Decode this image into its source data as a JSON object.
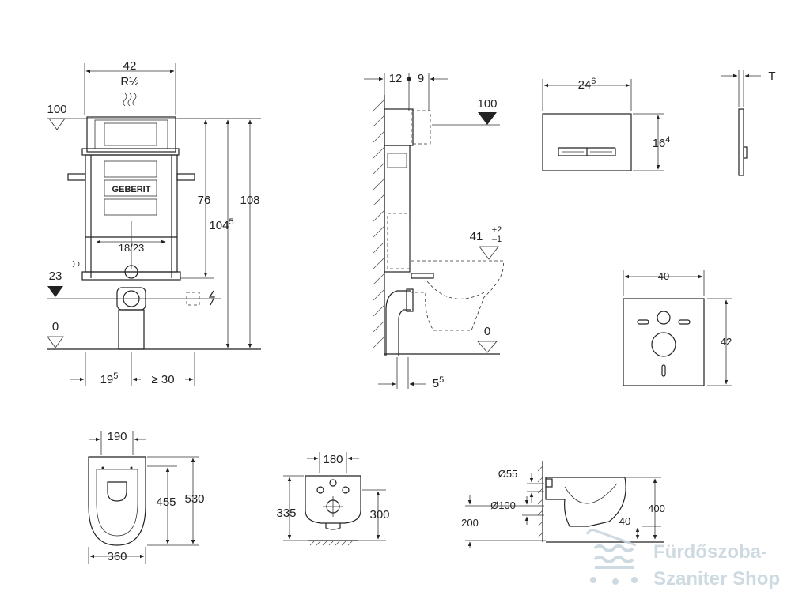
{
  "dimensions": {
    "frame": {
      "width_top": "42",
      "thread": "R½",
      "level_top": "100",
      "h_76": "76",
      "h_104": "104",
      "h_104_sup": "5",
      "h_108": "108",
      "pipe_range": "18/23",
      "level_23": "23",
      "level_0": "0",
      "offset_19": "19",
      "offset_19_sup": "5",
      "offset_30": "≥ 30"
    },
    "side": {
      "depth_12": "12",
      "depth_9": "9",
      "level_100": "100",
      "seat_41": "41",
      "seat_tol_plus": "+2",
      "seat_tol_minus": "–1",
      "level_0": "0",
      "bottom_5": "5",
      "bottom_5_sup": "5"
    },
    "plate": {
      "width": "24",
      "width_sup": "6",
      "height": "16",
      "height_sup": "4",
      "thickness": "T"
    },
    "pad": {
      "width": "40",
      "height": "42"
    },
    "bowl_top": {
      "width_190": "190",
      "h_455": "455",
      "h_530": "530",
      "width_360": "360"
    },
    "bowl_front": {
      "width_180": "180",
      "h_335": "335",
      "h_300": "300"
    },
    "bowl_side": {
      "d55": "Ø55",
      "d100": "Ø100",
      "h_200": "200",
      "h_400": "400",
      "h_40": "40"
    }
  },
  "frame_logo": "GEBERIT",
  "watermark": {
    "line1": "Fürdőszoba-",
    "line2": "Szaniter Shop"
  },
  "colors": {
    "ink": "#222222",
    "watermark": "#c9d6de"
  }
}
